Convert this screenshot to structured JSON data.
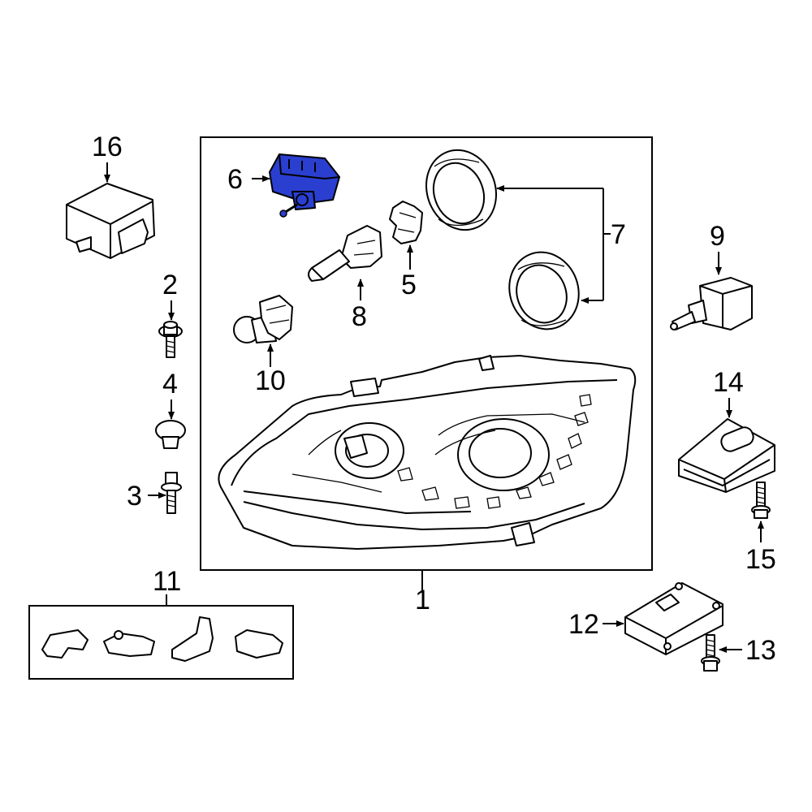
{
  "callouts": {
    "c1": "1",
    "c2": "2",
    "c3": "3",
    "c4": "4",
    "c5": "5",
    "c6": "6",
    "c7": "7",
    "c8": "8",
    "c9": "9",
    "c10": "10",
    "c11": "11",
    "c12": "12",
    "c13": "13",
    "c14": "14",
    "c15": "15",
    "c16": "16"
  },
  "colors": {
    "highlight_part": "#2a3fd0",
    "line": "#000000",
    "background": "#ffffff"
  },
  "highlighted_part": "6"
}
